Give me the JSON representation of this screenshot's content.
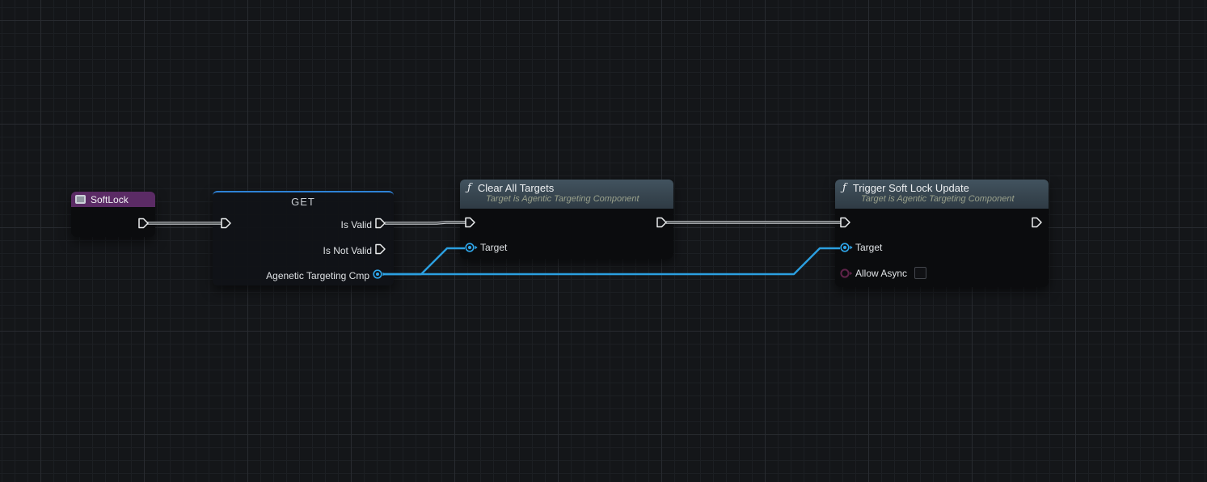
{
  "graph": {
    "softlock": {
      "title": "SoftLock"
    },
    "get": {
      "title": "GET",
      "pin_is_valid": "Is Valid",
      "pin_is_not_valid": "Is Not Valid",
      "pin_output": "Agenetic Targeting Cmp"
    },
    "clear": {
      "title": "Clear All Targets",
      "subtitle": "Target is Agentic Targeting Component",
      "pin_target": "Target"
    },
    "trigger": {
      "title": "Trigger Soft Lock Update",
      "subtitle": "Target is Agentic Targeting Component",
      "pin_target": "Target",
      "pin_allow_async": "Allow Async",
      "allow_async_checked": false
    },
    "function_glyph": "ƒ",
    "colors": {
      "softlock_header": "#5b2b65",
      "get_accent": "#2e82d6",
      "exec_wire": "#c9ccd0",
      "data_wire": "#2b9fe0",
      "object_pin": "#2fa8ec",
      "bool_pin": "#5f2349"
    }
  }
}
